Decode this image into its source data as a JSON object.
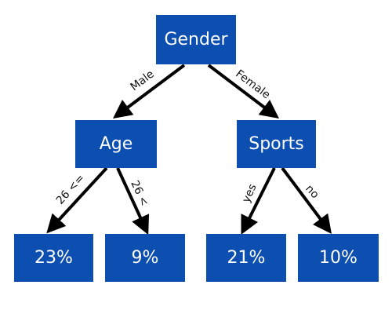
{
  "root": {
    "label": "Gender"
  },
  "nodes": {
    "age": {
      "label": "Age"
    },
    "sports": {
      "label": "Sports"
    }
  },
  "leaves": [
    "23%",
    "9%",
    "21%",
    "10%"
  ],
  "edges": {
    "male": "Male",
    "female": "Female",
    "age_le": "26 <=",
    "age_gt": "26 <",
    "yes": "yes",
    "no": "no"
  },
  "colors": {
    "node_fill": "#0d4fb0",
    "node_text": "#ffffff",
    "edge": "#000000"
  }
}
